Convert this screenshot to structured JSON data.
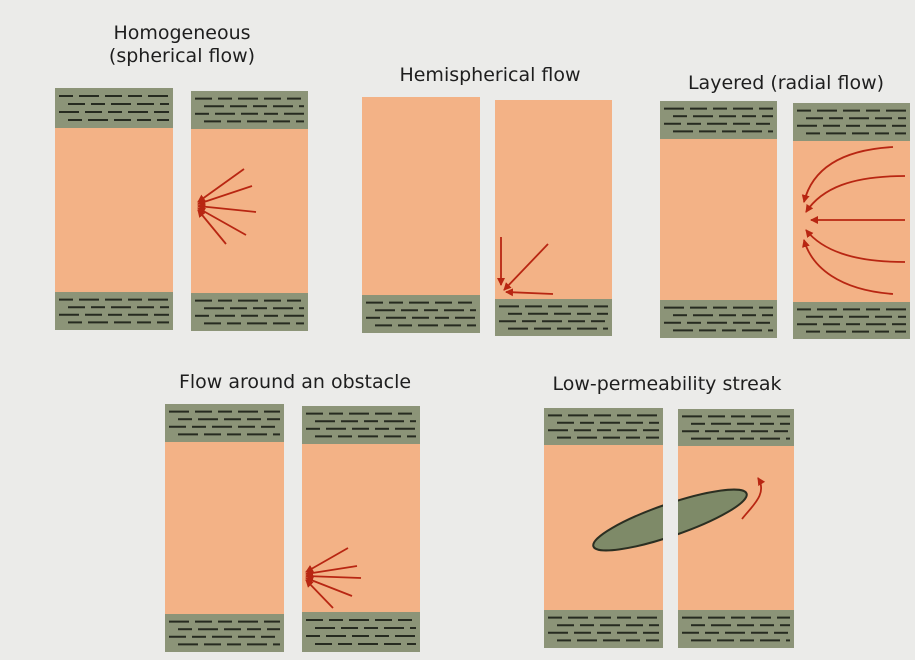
{
  "colors": {
    "background": "#ebebe9",
    "aquifer": "#f3b286",
    "aquitard": "#8c9478",
    "aquitard_dash": "#262a20",
    "arrow": "#b82612",
    "streak_fill": "#7e8a68",
    "streak_stroke": "#2b2f22"
  },
  "panels": [
    {
      "id": "homogeneous",
      "caption": "Homogeneous\n(spherical flow)",
      "flow": "spherical"
    },
    {
      "id": "hemispherical",
      "caption": "Hemispherical flow",
      "flow": "hemispherical"
    },
    {
      "id": "layered",
      "caption": "Layered (radial flow)",
      "flow": "radial"
    },
    {
      "id": "obstacle",
      "caption": "Flow around an obstacle",
      "flow": "obstacle"
    },
    {
      "id": "streak",
      "caption": "Low-permeability streak",
      "flow": "streak"
    }
  ]
}
